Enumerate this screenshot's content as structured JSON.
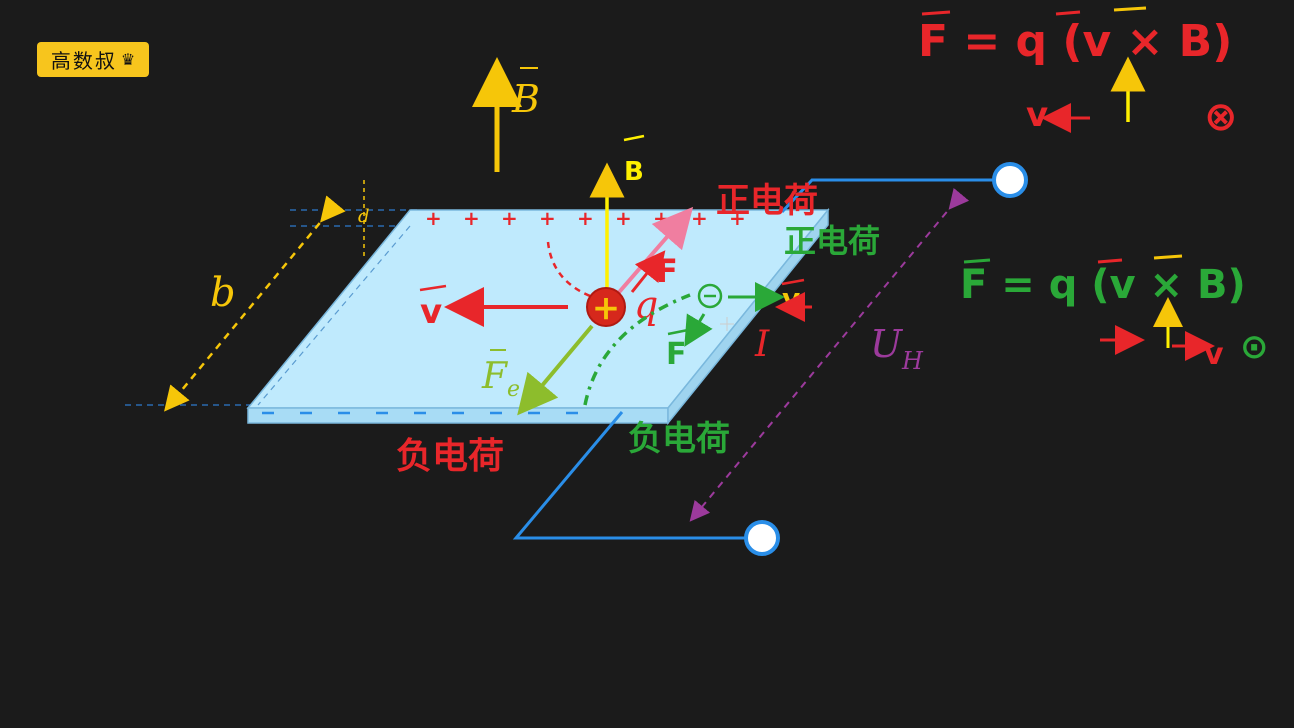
{
  "logo": {
    "text": "高数叔"
  },
  "diagram": {
    "labels": {
      "B_main": "B",
      "B_small": "B",
      "d": "d",
      "b": "b",
      "v": "v",
      "q": "q",
      "F_red": "F",
      "F_green": "F",
      "Fe": "F",
      "Fe_sub": "e",
      "v_green": "v",
      "I": "I",
      "UH": "U",
      "UH_sub": "H",
      "plus_charge": "+",
      "minus_charge": "−"
    },
    "annotations": {
      "positive_charge_red": "正电荷",
      "positive_charge_green": "正电荷",
      "negative_charge_red": "负电荷",
      "negative_charge_green": "负电荷"
    },
    "formula_red": {
      "text": "F = q (v × B)",
      "v_label": "v",
      "cross_symbol": "⊗"
    },
    "formula_green": {
      "text": "F = q (v × B)",
      "v_label": "v",
      "dot_symbol": "⊙"
    }
  },
  "colors": {
    "red": "#e8262a",
    "green": "#2aa838",
    "yellow": "#f6c609",
    "blue": "#2a8ee8",
    "purple": "#9c3a9c",
    "plate": "#bfeafd"
  }
}
